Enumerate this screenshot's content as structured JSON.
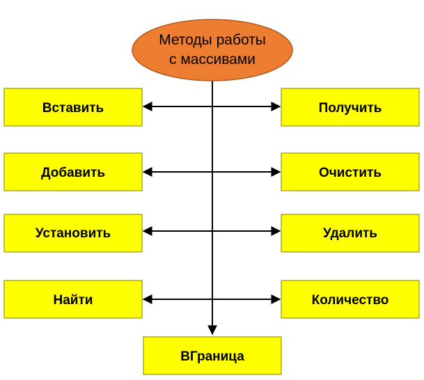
{
  "diagram": {
    "root": {
      "line1": "Методы работы",
      "line2": "с массивами"
    },
    "left": [
      "Вставить",
      "Добавить",
      "Установить",
      "Найти"
    ],
    "right": [
      "Получить",
      "Очистить",
      "Удалить",
      "Количество"
    ],
    "bottom": "ВГраница"
  },
  "colors": {
    "root_fill": "#ED7D31",
    "root_stroke": "#AE5A21",
    "box_fill": "#FFFF00",
    "box_stroke": "#7F7F00",
    "line": "#000000"
  }
}
